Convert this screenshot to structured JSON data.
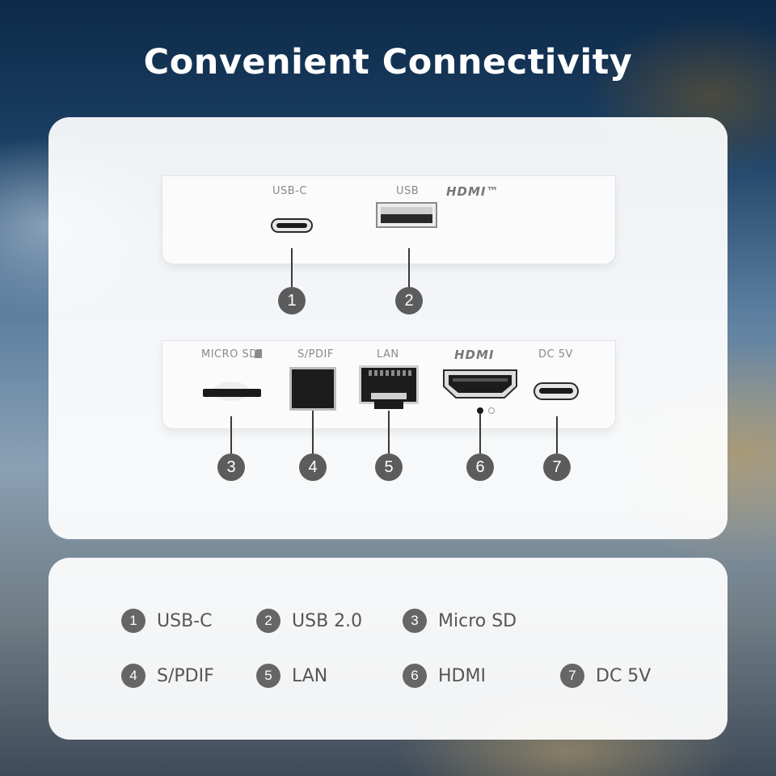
{
  "title": "Convenient Connectivity",
  "top_device": {
    "labels": {
      "usb_c": "USB-C",
      "usb": "USB",
      "hdmi_logo": "HDMI™"
    }
  },
  "bottom_device": {
    "labels": {
      "micro_sd": "MICRO SD",
      "spdif": "S/PDIF",
      "lan": "LAN",
      "hdmi_logo": "HDMI",
      "dc": "DC 5V"
    }
  },
  "callouts": [
    "1",
    "2",
    "3",
    "4",
    "5",
    "6",
    "7"
  ],
  "legend": [
    {
      "num": "1",
      "label": "USB-C"
    },
    {
      "num": "2",
      "label": "USB 2.0"
    },
    {
      "num": "3",
      "label": "Micro SD"
    },
    {
      "num": "4",
      "label": "S/PDIF"
    },
    {
      "num": "5",
      "label": "LAN"
    },
    {
      "num": "6",
      "label": "HDMI"
    },
    {
      "num": "7",
      "label": "DC 5V"
    }
  ]
}
